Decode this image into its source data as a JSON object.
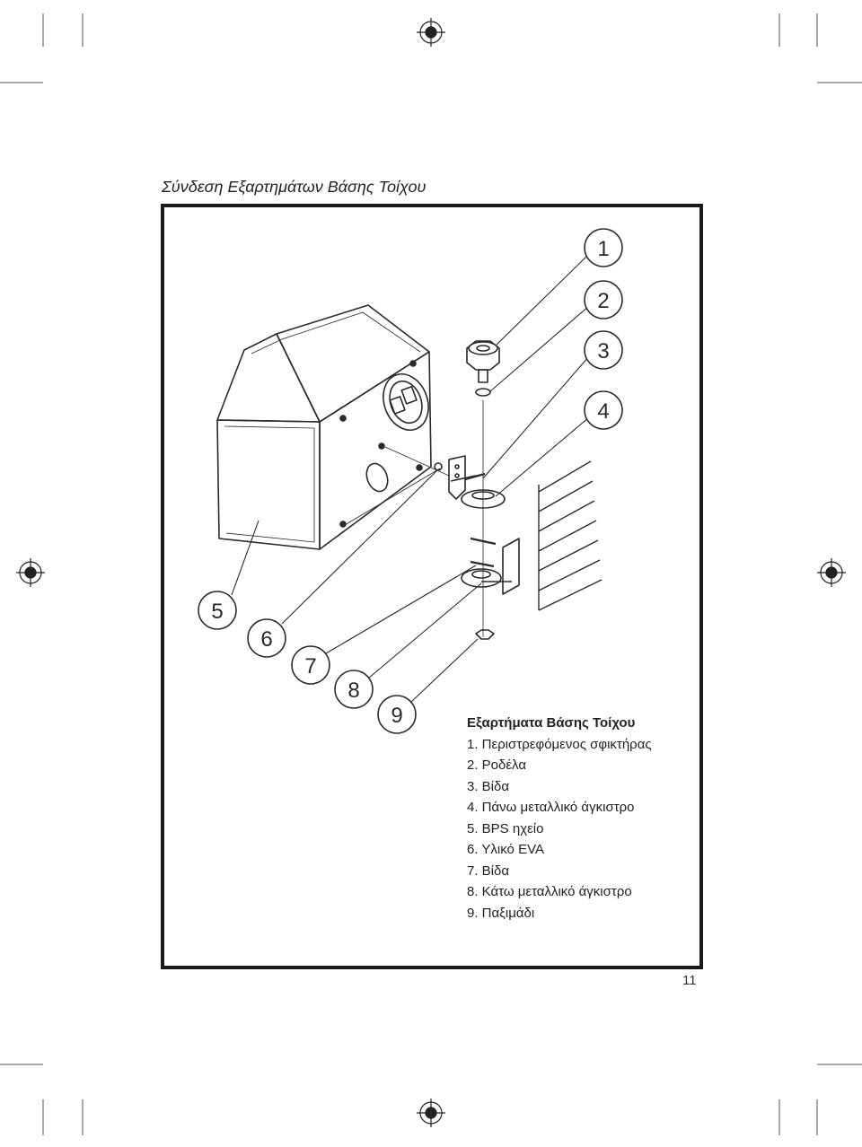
{
  "page": {
    "title": "Σύνδεση Εξαρτημάτων Βάσης Τοίχου",
    "page_number": "11"
  },
  "diagram": {
    "callouts": [
      "1",
      "2",
      "3",
      "4",
      "5",
      "6",
      "7",
      "8",
      "9"
    ]
  },
  "legend": {
    "title": "Εξαρτήματα Βάσης Τοίχου",
    "items": [
      "1.  Περιστρεφόμενος σφικτήρας",
      "2.  Ροδέλα",
      "3.  Βίδα",
      "4.  Πάνω μεταλλικό άγκιστρο",
      "5.  BPS ηχείο",
      "6.  Υλικό EVA",
      "7.  Βίδα",
      "8.  Κάτω μεταλλικό άγκιστρο",
      "9.  Παξιμάδι"
    ]
  }
}
